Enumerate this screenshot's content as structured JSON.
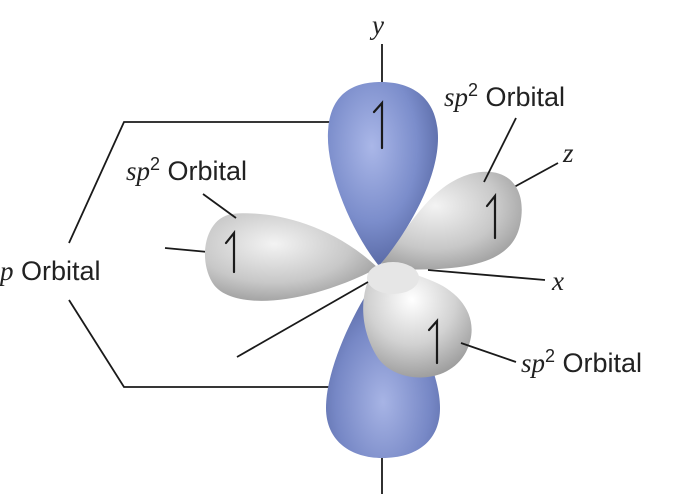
{
  "axes": {
    "x": "x",
    "y": "y",
    "z": "z"
  },
  "labels": {
    "p_orbital": {
      "sym": "p",
      "word": " Orbital"
    },
    "sp2_top": {
      "sym": "sp",
      "sup": "2",
      "word": " Orbital"
    },
    "sp2_left": {
      "sym": "sp",
      "sup": "2",
      "word": " Orbital"
    },
    "sp2_bottom": {
      "sym": "sp",
      "sup": "2",
      "word": " Orbital"
    }
  },
  "colors": {
    "p_orbital_lobe": "#7a8cc9",
    "sp2_orbital_lobe": "#c9c9c9",
    "line": "#1a1a1a"
  }
}
